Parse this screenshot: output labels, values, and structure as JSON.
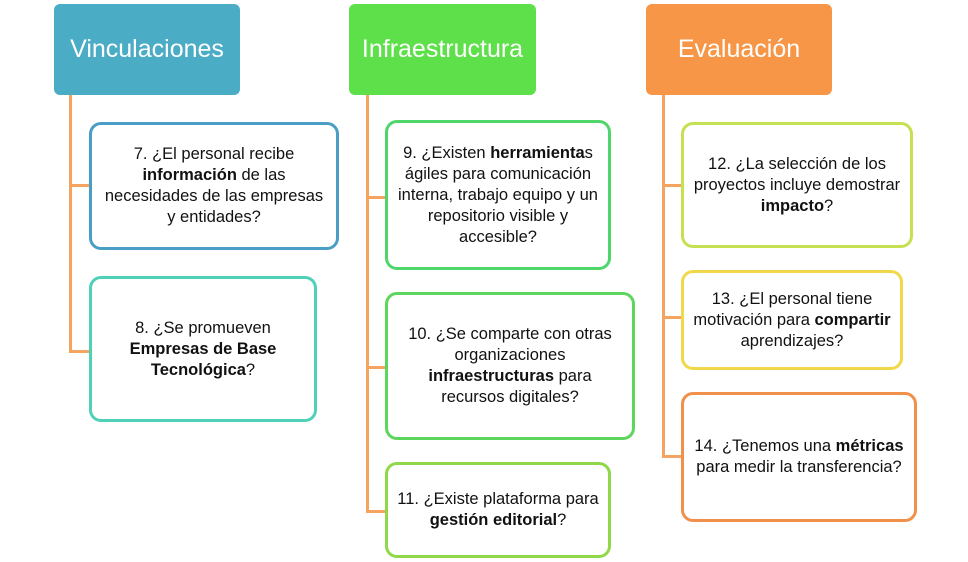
{
  "columns": [
    {
      "title": "Vinculaciones",
      "color": "#4bacc6",
      "items": [
        {
          "pre": "7. ¿El personal recibe ",
          "bold": "información",
          "post": " de las necesidades de las empresas y entidades?",
          "border": "#4a9ec5"
        },
        {
          "pre": "8. ¿Se promueven ",
          "bold": "Empresas de Base Tecnológica",
          "post": "?",
          "border": "#4fd1b8"
        }
      ]
    },
    {
      "title": "Infraestructura",
      "color": "#5ee04a",
      "items": [
        {
          "pre": "9. ¿Existen ",
          "bold": "herramienta",
          "post": "s ágiles para comunicación interna, trabajo equipo  y  un repositorio visible y accesible?",
          "border": "#4fd66a"
        },
        {
          "pre": "10. ¿Se comparte con otras organizaciones ",
          "bold": "infraestructuras",
          "post": " para recursos digitales?",
          "border": "#5cd65c"
        },
        {
          "pre": "11. ¿Existe plataforma para ",
          "bold": "gestión editorial",
          "post": "?",
          "border": "#8ed84a"
        }
      ]
    },
    {
      "title": "Evaluación",
      "color": "#f79646",
      "items": [
        {
          "pre": "12. ¿La selección de los proyectos incluye demostrar ",
          "bold": "impacto",
          "post": "?",
          "border": "#c5e050"
        },
        {
          "pre": "13. ¿El personal tiene motivación para ",
          "bold": "compartir",
          "post": " aprendizajes?",
          "border": "#f0d84a"
        },
        {
          "pre": "14. ¿Tenemos una ",
          "bold": "métricas",
          "post": " para medir la transferencia?",
          "border": "#f0904a"
        }
      ]
    }
  ],
  "connector_color": "#f4a460"
}
